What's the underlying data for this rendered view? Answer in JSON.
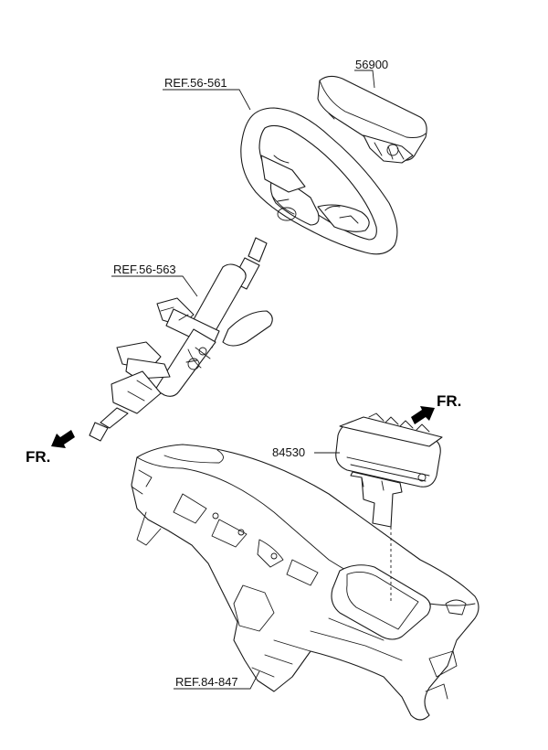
{
  "labels": {
    "airbag_module": "56900",
    "steering_wheel_ref": "REF.56-561",
    "steering_column_ref": "REF.56-563",
    "passenger_airbag": "84530",
    "crash_pad_ref": "REF.84-847"
  },
  "direction": {
    "front_upper": "FR.",
    "front_lower": "FR."
  }
}
